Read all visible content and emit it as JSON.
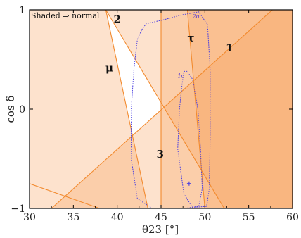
{
  "chart_data": {
    "type": "area",
    "xlabel": "θ23 [°]",
    "ylabel": "cos δ",
    "xlim": [
      30,
      60
    ],
    "ylim": [
      -1,
      1
    ],
    "x_ticks": [
      "30",
      "35",
      "40",
      "45",
      "50",
      "55",
      "60"
    ],
    "y_ticks": [
      "−1",
      "0",
      "1"
    ],
    "legend_note": "Shaded ⇒ normal",
    "colors": {
      "light": "#fde0c5",
      "medium": "#fbb888",
      "dark": "#f9a05a",
      "line": "#f28a2e",
      "contour": "#4a3fe0",
      "frame": "#000000"
    },
    "regions": [
      {
        "label": "1",
        "points": [
          [
            32.5,
            -1
          ],
          [
            57.7,
            1
          ],
          [
            60,
            1
          ],
          [
            60,
            -1
          ]
        ]
      },
      {
        "label": "2",
        "points": [
          [
            38.7,
            1
          ],
          [
            52.2,
            -1
          ],
          [
            60,
            -1
          ],
          [
            60,
            1
          ]
        ]
      },
      {
        "label": "3",
        "points": [
          [
            45,
            1
          ],
          [
            45,
            -1
          ],
          [
            60,
            -1
          ],
          [
            60,
            1
          ]
        ]
      },
      {
        "label": "μ",
        "points": [
          [
            30,
            1
          ],
          [
            38.7,
            1
          ],
          [
            43.5,
            -1
          ],
          [
            30,
            -1
          ]
        ]
      },
      {
        "label": "τ",
        "points": [
          [
            48,
            1
          ],
          [
            50,
            -1
          ],
          [
            60,
            -1
          ],
          [
            60,
            1
          ]
        ]
      }
    ],
    "lines": [
      {
        "name": "boundary-1",
        "points": [
          [
            32.5,
            -1
          ],
          [
            57.7,
            1
          ]
        ]
      },
      {
        "name": "boundary-2",
        "points": [
          [
            38.7,
            1
          ],
          [
            52.2,
            -1
          ]
        ]
      },
      {
        "name": "boundary-3",
        "points": [
          [
            45,
            1
          ],
          [
            45,
            -1
          ]
        ]
      },
      {
        "name": "boundary-mu-top",
        "points": [
          [
            38.7,
            1
          ],
          [
            43.5,
            -1
          ]
        ]
      },
      {
        "name": "boundary-mu-low",
        "points": [
          [
            30,
            -0.75
          ],
          [
            38,
            -1
          ]
        ]
      },
      {
        "name": "boundary-tau",
        "points": [
          [
            48,
            1
          ],
          [
            50,
            -1
          ]
        ]
      }
    ],
    "labels": [
      {
        "text": "1",
        "x": 52.8,
        "y": 0.58
      },
      {
        "text": "2",
        "x": 40.0,
        "y": 0.87
      },
      {
        "text": "3",
        "x": 44.9,
        "y": -0.49
      },
      {
        "text": "μ",
        "x": 39.1,
        "y": 0.38
      },
      {
        "text": "τ",
        "x": 48.4,
        "y": 0.68
      }
    ],
    "contours": [
      {
        "label": "2σ",
        "points": [
          [
            42.8,
            0.8
          ],
          [
            43.3,
            0.86
          ],
          [
            45.3,
            0.9
          ],
          [
            47.4,
            0.95
          ],
          [
            49.3,
            0.98
          ],
          [
            50.3,
            0.85
          ],
          [
            50.6,
            0.4
          ],
          [
            50.6,
            -0.3
          ],
          [
            50.5,
            -0.8
          ],
          [
            50.2,
            -0.98
          ],
          [
            48.5,
            -0.99
          ],
          [
            47.5,
            -1
          ],
          [
            44,
            -1
          ],
          [
            42.3,
            -0.9
          ],
          [
            41.6,
            -0.5
          ],
          [
            41.6,
            0
          ],
          [
            41.9,
            0.4
          ],
          [
            42.3,
            0.7
          ]
        ]
      },
      {
        "label": "1σ",
        "points": [
          [
            47.6,
            0.38
          ],
          [
            48,
            0.38
          ],
          [
            48.6,
            0.3
          ],
          [
            49.2,
            0
          ],
          [
            49.5,
            -0.4
          ],
          [
            49.7,
            -0.8
          ],
          [
            49.3,
            -0.98
          ],
          [
            48.5,
            -0.98
          ],
          [
            47.6,
            -0.85
          ],
          [
            46.9,
            -0.4
          ],
          [
            47.1,
            0
          ],
          [
            47.4,
            0.25
          ]
        ]
      }
    ],
    "best_fit": {
      "x": 48.2,
      "y": -0.75
    }
  }
}
